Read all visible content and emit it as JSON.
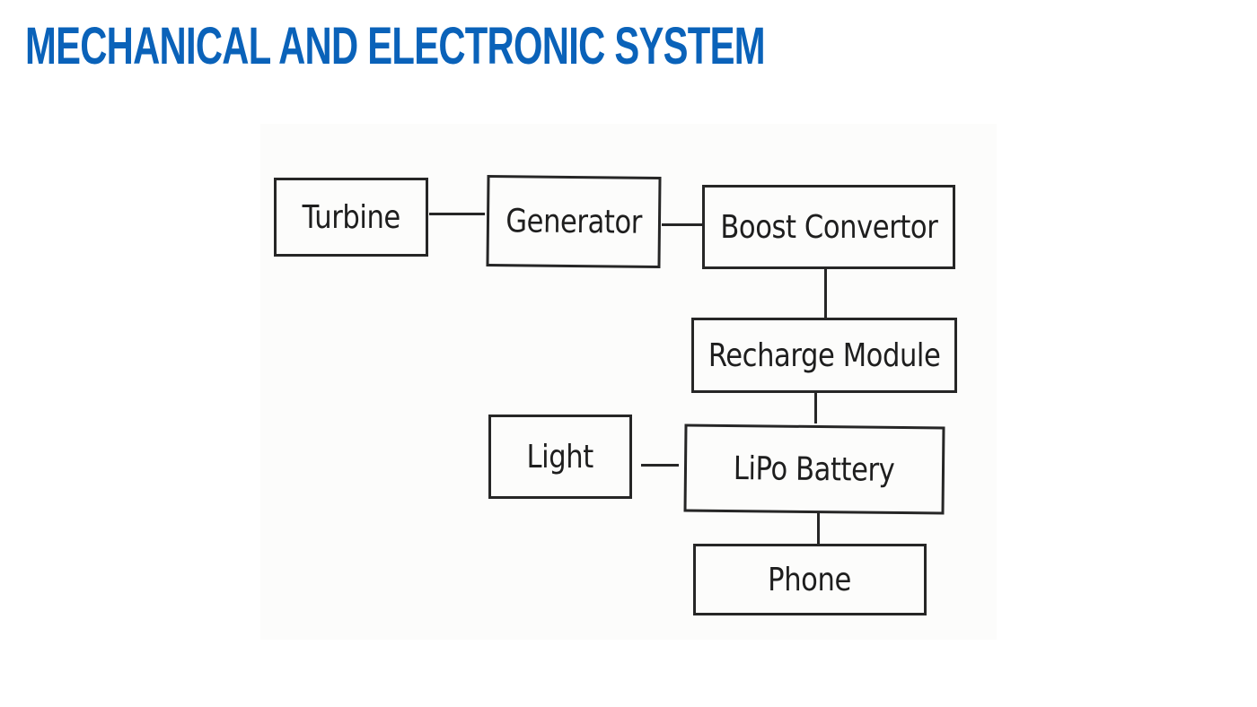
{
  "slide": {
    "title": "MECHANICAL AND ELECTRONIC SYSTEM",
    "title_color": "#0a62b9"
  },
  "diagram": {
    "nodes": {
      "turbine": "Turbine",
      "generator": "Generator",
      "boost_convertor": "Boost Convertor",
      "recharge_module": "Recharge Module",
      "light": "Light",
      "lipo_battery": "LiPo Battery",
      "phone": "Phone"
    },
    "edges": [
      [
        "Turbine",
        "Generator"
      ],
      [
        "Generator",
        "Boost Convertor"
      ],
      [
        "Boost Convertor",
        "Recharge Module"
      ],
      [
        "Recharge Module",
        "LiPo Battery"
      ],
      [
        "Light",
        "LiPo Battery"
      ],
      [
        "LiPo Battery",
        "Phone"
      ]
    ]
  }
}
